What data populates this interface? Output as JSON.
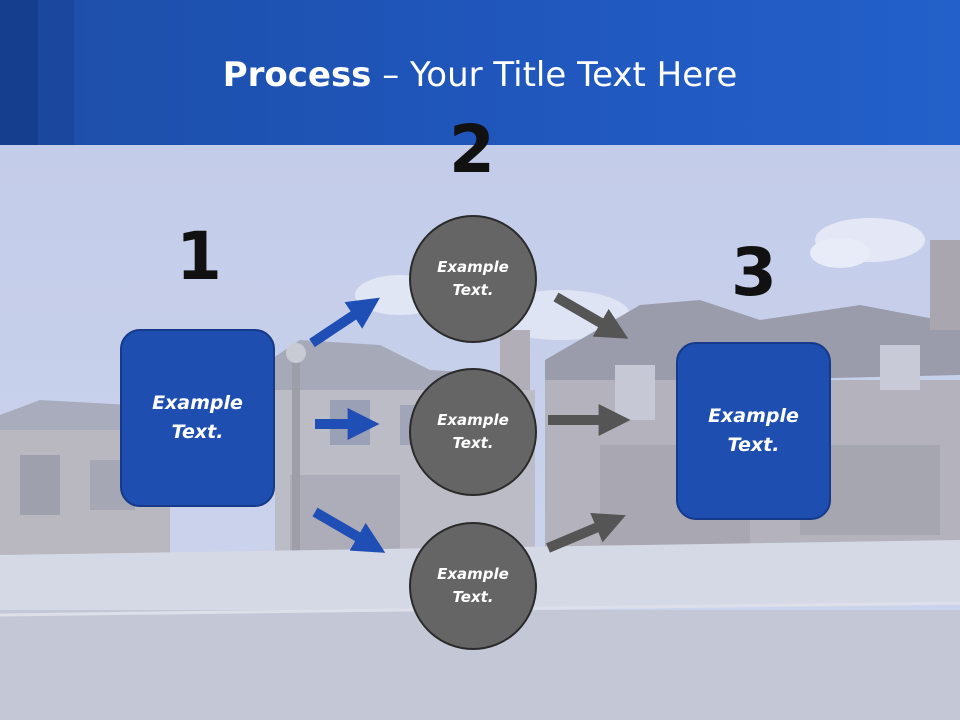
{
  "title": {
    "bold": "Process",
    "rest": " – Your Title Text Here"
  },
  "steps": {
    "one": "1",
    "two": "2",
    "three": "3"
  },
  "boxes": {
    "left": "Example\nText.",
    "right": "Example\nText."
  },
  "circles": {
    "top": "Example\nText.",
    "middle": "Example\nText.",
    "bottom": "Example\nText."
  },
  "colors": {
    "header": "#2058bf",
    "box_fill": "#1e4fb0",
    "circle_fill": "#656565",
    "arrow_blue": "#1f4fb5",
    "arrow_gray": "#555555"
  }
}
